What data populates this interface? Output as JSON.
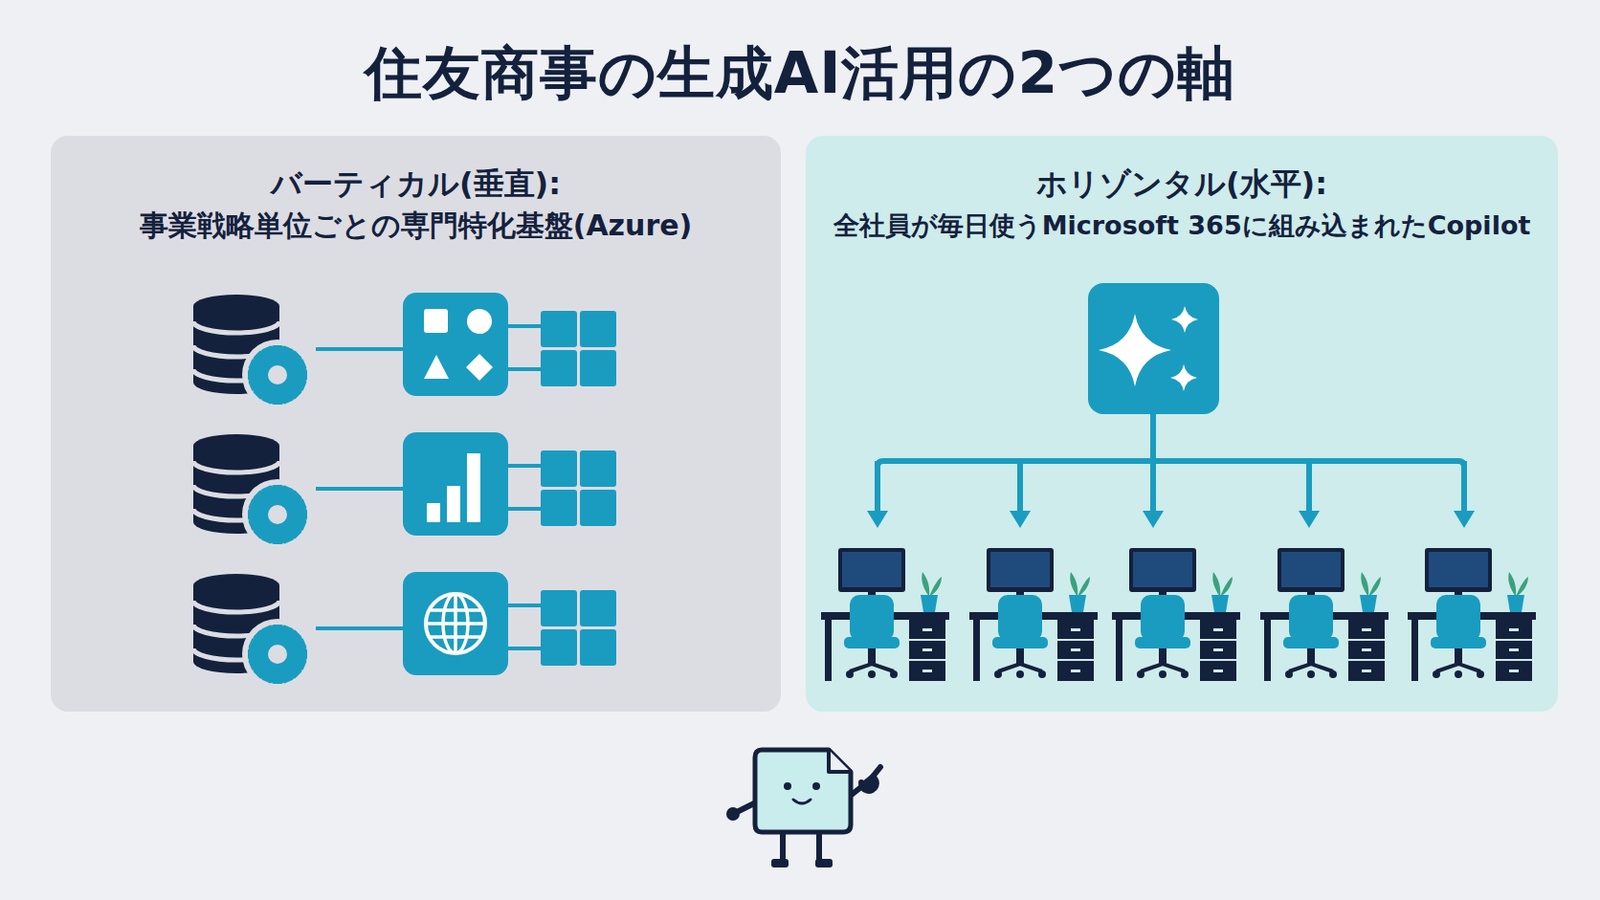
{
  "diagram": {
    "title": "住友商事の生成AI活用の2つの軸",
    "nodes": [
      {
        "text": [
          "バーティカル(垂直):",
          "事業戦略単位ごとの専門特化基盤(Azure)"
        ]
      },
      {
        "text": [
          "ホリゾンタル(水平):",
          "全社員が毎日使うMicrosoft 365に組み込まれたCopilot"
        ]
      }
    ]
  }
}
